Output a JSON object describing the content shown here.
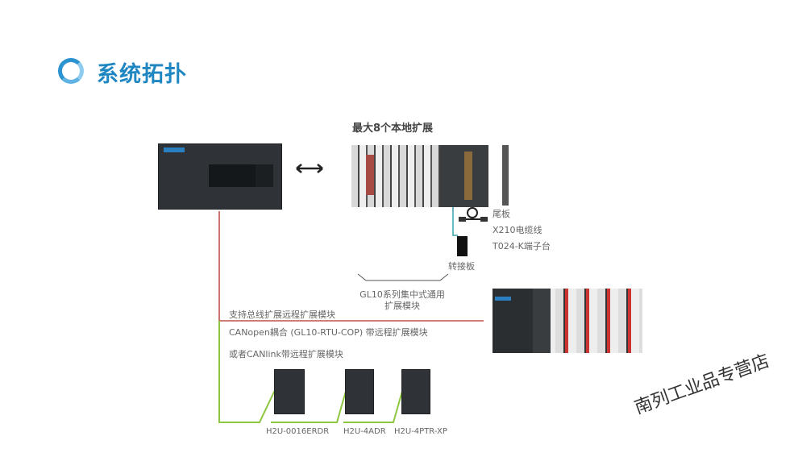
{
  "title": "系统拓扑",
  "local_expansion": {
    "heading": "最大8个本地扩展",
    "labels": [
      "尾板",
      "X210电缆线",
      "T024-K端子台"
    ],
    "adapter": "转接板",
    "module_caption": [
      "GL10系列集中式通用",
      "扩展模块"
    ]
  },
  "remote": {
    "bus_text": "支持总线扩展远程扩展模块",
    "canopen_text": "CANopen耦合 (GL10-RTU-COP) 带远程扩展模块",
    "canlink_text": "或者CANlink带远程扩展模块"
  },
  "modules": [
    "H2U-0016ERDR",
    "H2U-4ADR",
    "H2U-4PTR-XP"
  ],
  "watermark": "南列工业品专营店",
  "colors": {
    "accent": "#1e86c0",
    "bus_line": "#c0504d",
    "can_line": "#8dc63f",
    "cable": "#3aa0a8"
  }
}
